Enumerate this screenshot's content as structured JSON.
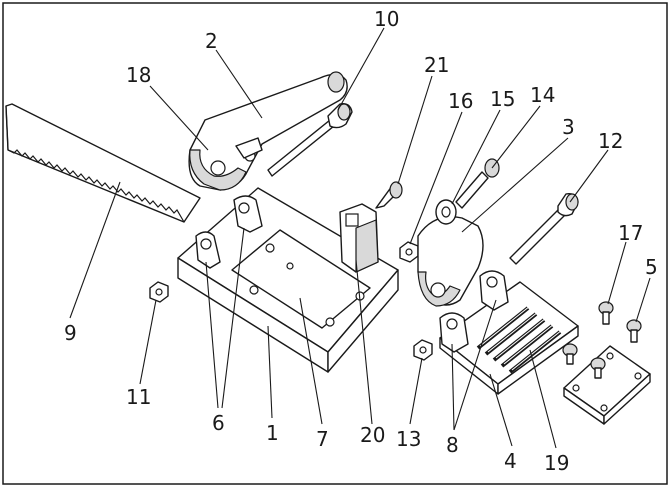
{
  "colors": {
    "ink": "#1a1a1a",
    "background": "#ffffff",
    "shade": "#d9d9d9"
  },
  "labels": {
    "l1": "1",
    "l2": "2",
    "l3": "3",
    "l4": "4",
    "l5": "5",
    "l6": "6",
    "l7": "7",
    "l8": "8",
    "l9": "9",
    "l10": "10",
    "l11": "11",
    "l12": "12",
    "l13": "13",
    "l14": "14",
    "l15": "15",
    "l16": "16",
    "l17": "17",
    "l18": "18",
    "l19": "19",
    "l20": "20",
    "l21": "21"
  }
}
